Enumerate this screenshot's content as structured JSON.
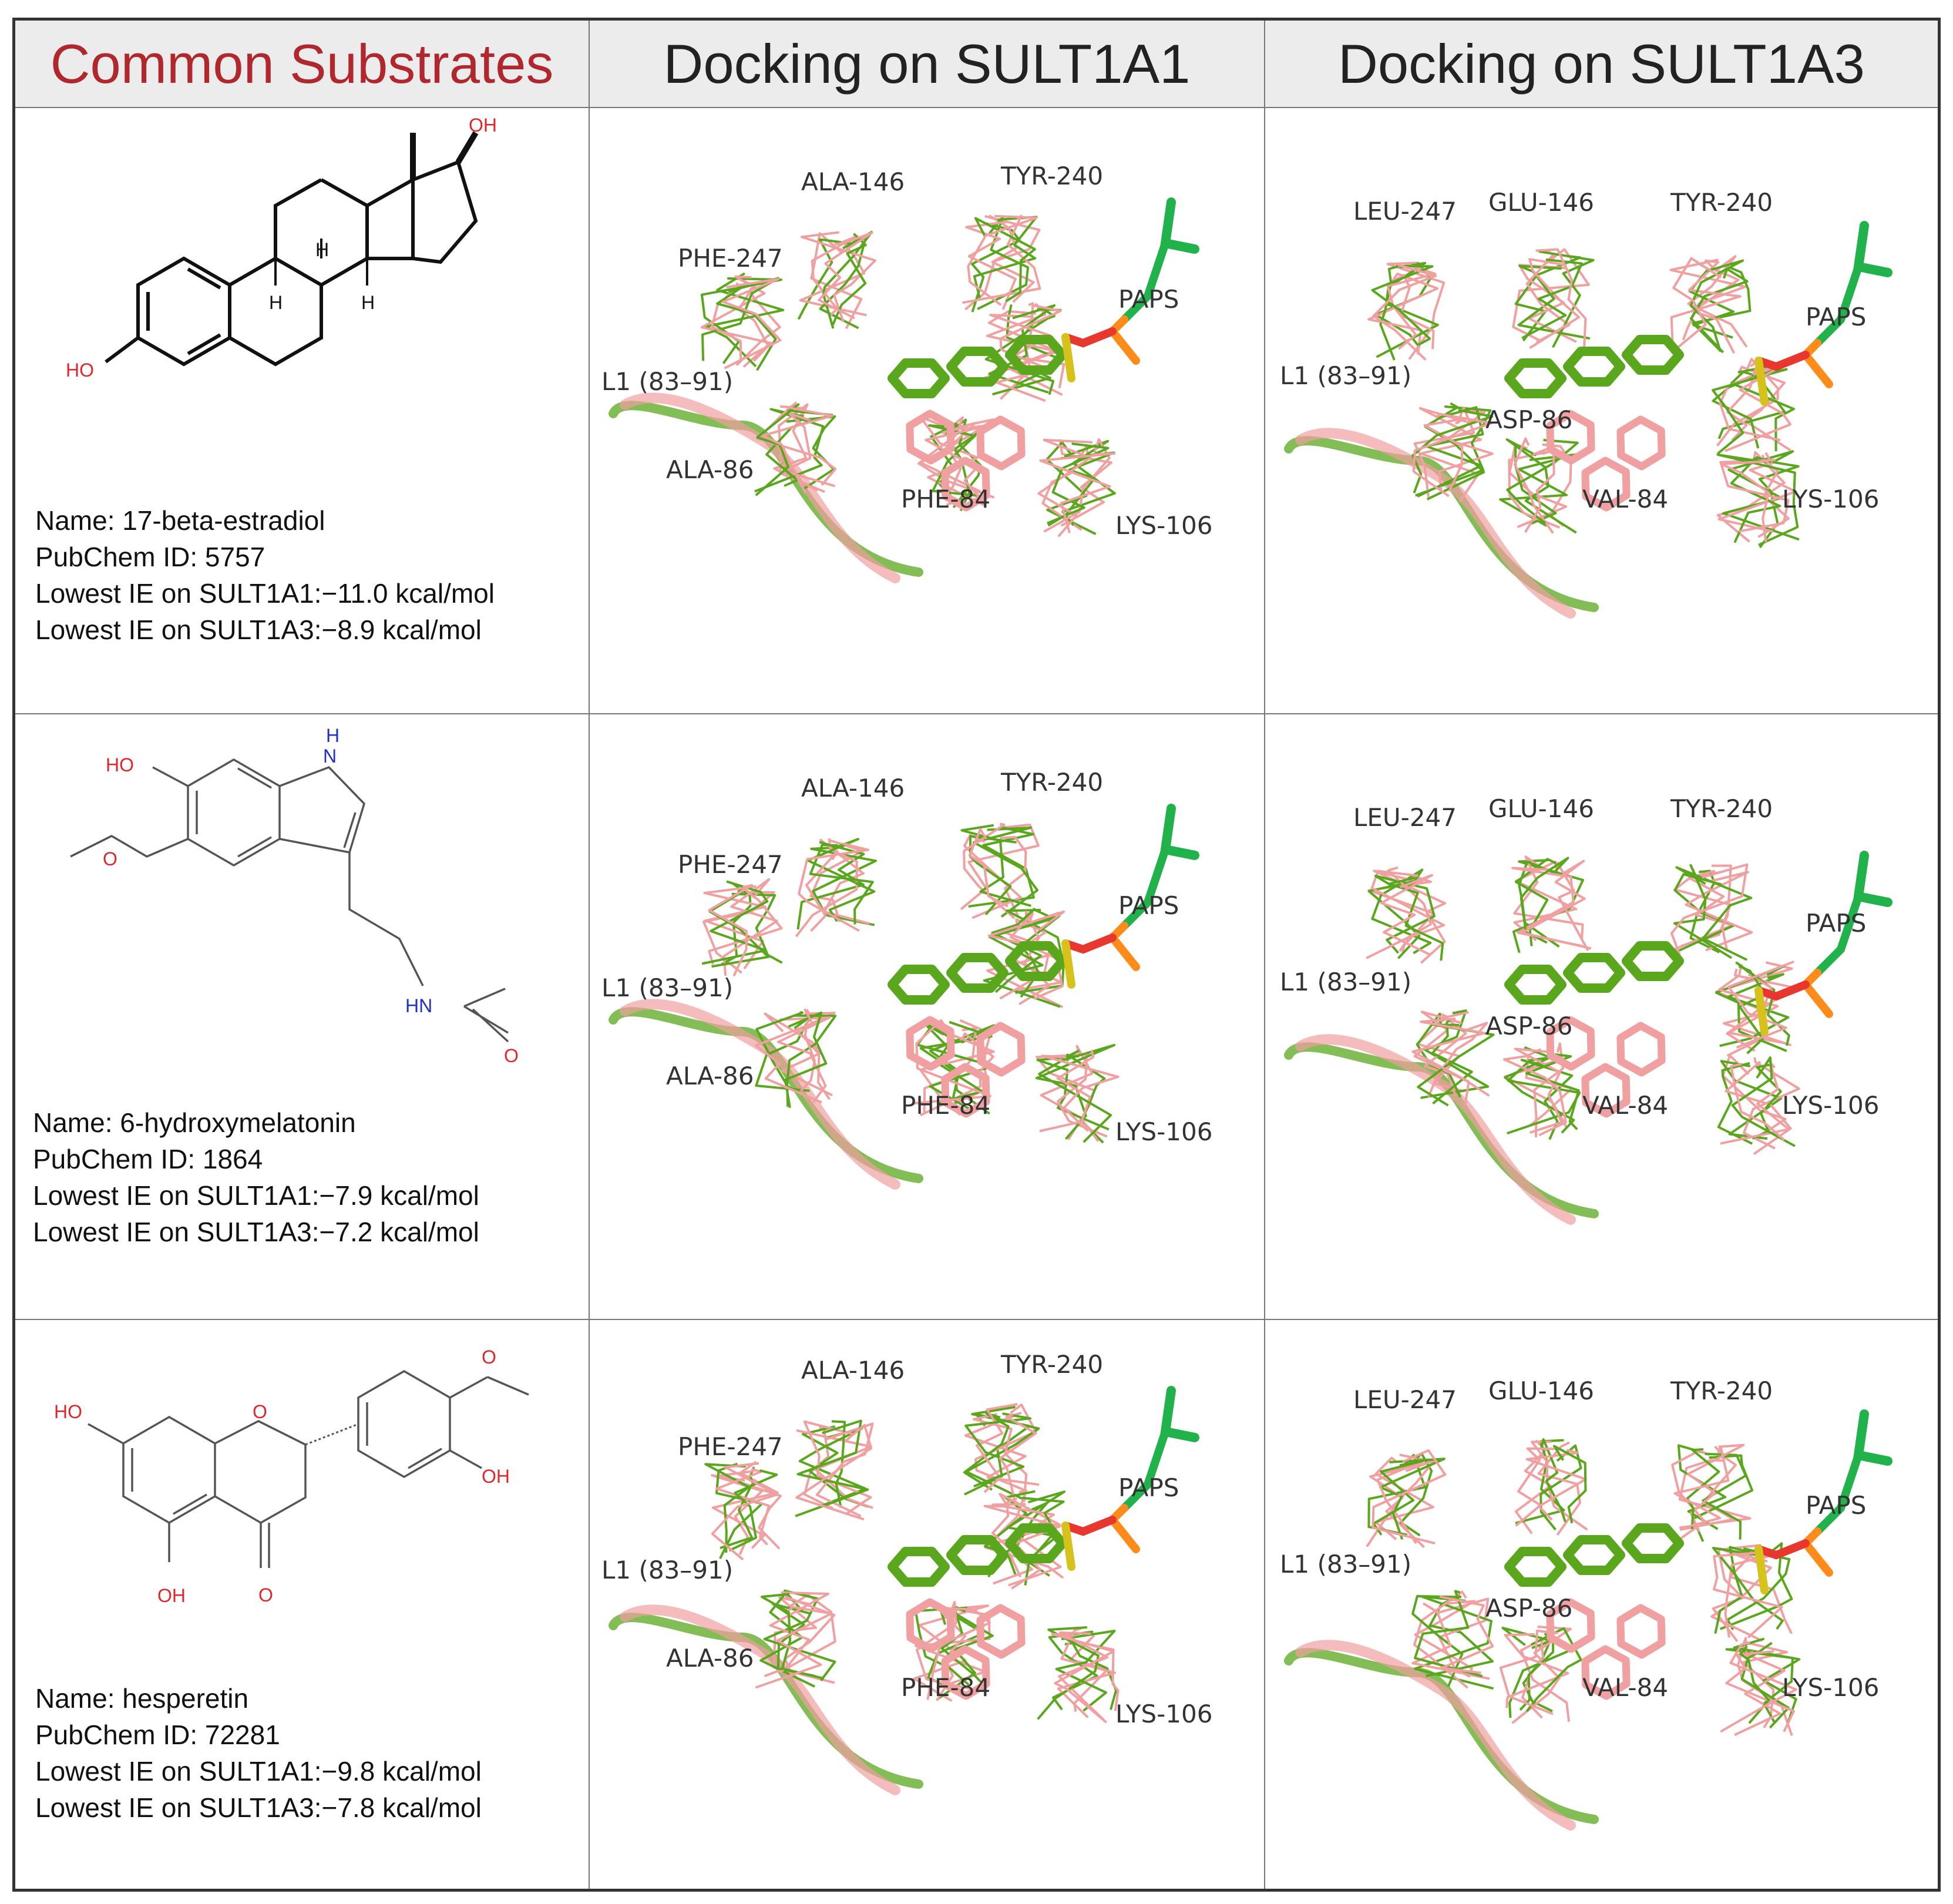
{
  "headers": [
    "Common Substrates",
    "Docking on SULT1A1",
    "Docking on SULT1A3"
  ],
  "colors": {
    "header_red": "#b0282d",
    "green": "#5aa71e",
    "pink": "#f0a0a0",
    "paps_green": "#22b24c",
    "paps_orange": "#ff8c1a",
    "paps_red": "#e8372e",
    "paps_yellow": "#d6c21a"
  },
  "rows": [
    {
      "name": "Name:  17-beta-estradiol",
      "pubchem": "PubChem ID: 5757",
      "ie1": "Lowest IE on SULT1A1:−11.0 kcal/mol",
      "ie3": "Lowest IE on SULT1A3:−8.9 kcal/mol",
      "atoms": [
        "OH",
        "H",
        "H",
        "H",
        "HO"
      ]
    },
    {
      "name": "Name:  6-hydroxymelatonin",
      "pubchem": "PubChem ID: 1864",
      "ie1": "Lowest IE on SULT1A1:−7.9 kcal/mol",
      "ie3": "Lowest IE on SULT1A3:−7.2 kcal/mol",
      "atoms": [
        "HO",
        "H",
        "N",
        "O",
        "HN",
        "O"
      ]
    },
    {
      "name": "Name: hesperetin",
      "pubchem": "PubChem ID: 72281",
      "ie1": "Lowest IE on SULT1A1:−9.8 kcal/mol",
      "ie3": "Lowest IE on SULT1A3:−7.8 kcal/mol",
      "atoms": [
        "HO",
        "O",
        "O",
        "OH",
        "OH",
        "O"
      ]
    }
  ],
  "labels_1a1": [
    "ALA-146",
    "TYR-240",
    "PHE-247",
    "PAPS",
    "L1 (83–91)",
    "ALA-86",
    "PHE-84",
    "LYS-106"
  ],
  "labels_1a3": [
    "LEU-247",
    "GLU-146",
    "TYR-240",
    "PAPS",
    "L1 (83–91)",
    "ASP-86",
    "VAL-84",
    "LYS-106"
  ]
}
